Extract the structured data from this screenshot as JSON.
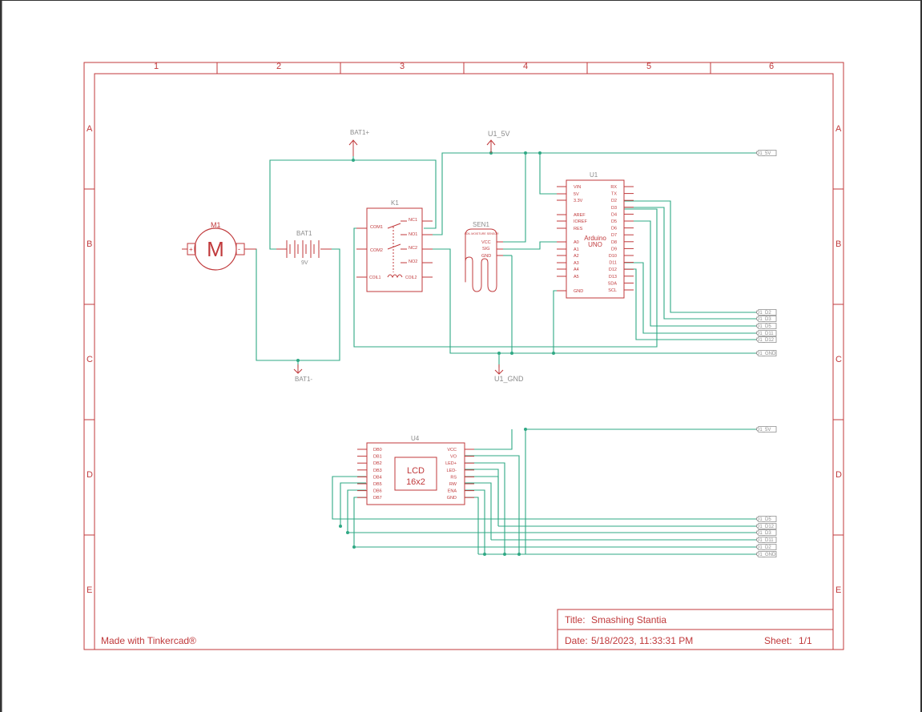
{
  "sheet": {
    "columns": [
      "1",
      "2",
      "3",
      "4",
      "5",
      "6"
    ],
    "rows": [
      "A",
      "B",
      "C",
      "D",
      "E"
    ],
    "made_with": "Made with Tinkercad®",
    "title_label": "Title:",
    "title_value": "Smashing Stantia",
    "date_label": "Date:",
    "date_value": "5/18/2023, 11:33:31 PM",
    "sheet_label": "Sheet:",
    "sheet_value": "1/1"
  },
  "colors": {
    "frame": "#c0393b",
    "wire": "#2fa884",
    "label": "#8c8c8c"
  },
  "power": {
    "bat_plus": "BAT1+",
    "bat_minus": "BAT1-",
    "u1_5v": "U1_5V",
    "u1_gnd": "U1_GND"
  },
  "motor": {
    "ref": "M1",
    "glyph": "M",
    "plus": "+",
    "minus": "-"
  },
  "battery": {
    "ref": "BAT1",
    "value": "9V"
  },
  "relay": {
    "ref": "K1",
    "pins": [
      "NC1",
      "NO1",
      "NC2",
      "NO2",
      "COM1",
      "COM2",
      "COIL1",
      "COIL2"
    ]
  },
  "sensor": {
    "ref": "SEN1",
    "subtitle": "SOIL MOISTURE SENSOR",
    "pins": [
      "VCC",
      "SIG",
      "GND"
    ]
  },
  "arduino": {
    "ref": "U1",
    "name_line1": "Arduino",
    "name_line2": "UNO",
    "left_pins": [
      "VIN",
      "5V",
      "3.3V",
      "AREF",
      "IOREF",
      "RES",
      "A0",
      "A1",
      "A2",
      "A3",
      "A4",
      "A5",
      "GND"
    ],
    "right_pins": [
      "RX",
      "TX",
      "D2",
      "D3",
      "D4",
      "D5",
      "D6",
      "D7",
      "D8",
      "D9",
      "D10",
      "D11",
      "D12",
      "D13",
      "SDA",
      "SCL"
    ]
  },
  "lcd": {
    "ref": "U4",
    "name_line1": "LCD",
    "name_line2": "16x2",
    "left_pins": [
      "DB0",
      "DB1",
      "DB2",
      "DB3",
      "DB4",
      "DB5",
      "DB6",
      "DB7"
    ],
    "right_pins": [
      "VCC",
      "VO",
      "LED+",
      "LED-",
      "RS",
      "RW",
      "ENA",
      "GND"
    ]
  },
  "net_labels": {
    "top": [
      "U1_5V",
      "U1_D2",
      "U1_D3",
      "U1_D5",
      "U1_D11",
      "U1_D12",
      "U1_GND"
    ],
    "bottom": [
      "U1_5V",
      "U1_D5",
      "U1_D12",
      "U1_D3",
      "U1_D11",
      "U1_D2",
      "U1_GND"
    ]
  }
}
